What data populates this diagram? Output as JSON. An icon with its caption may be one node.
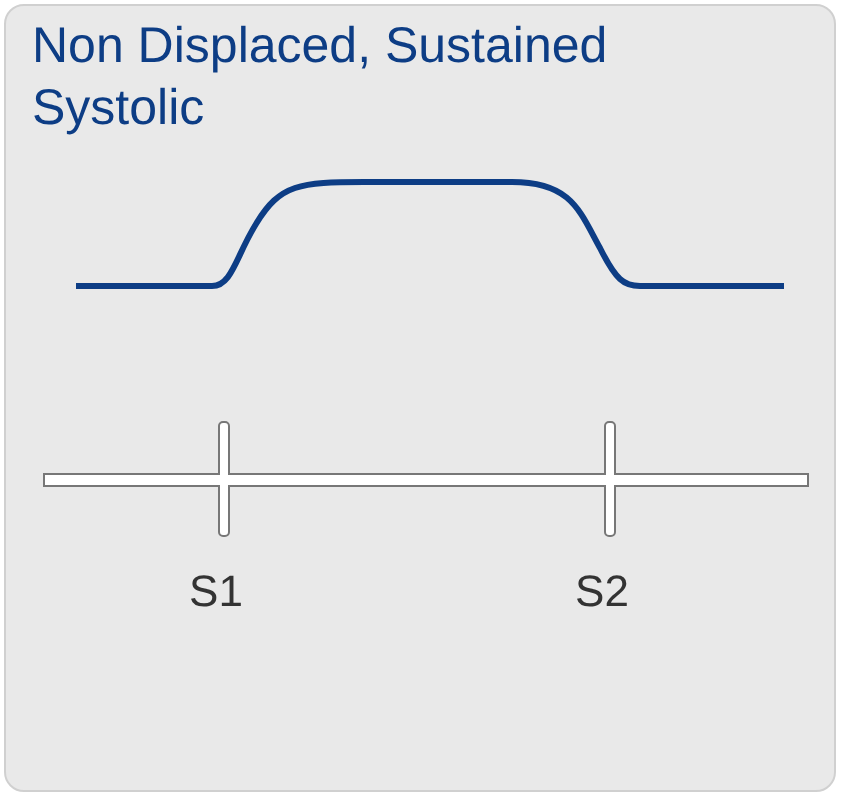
{
  "diagram": {
    "title": "Non Displaced, Sustained Systolic",
    "labels": [
      "S1",
      "S2"
    ]
  }
}
